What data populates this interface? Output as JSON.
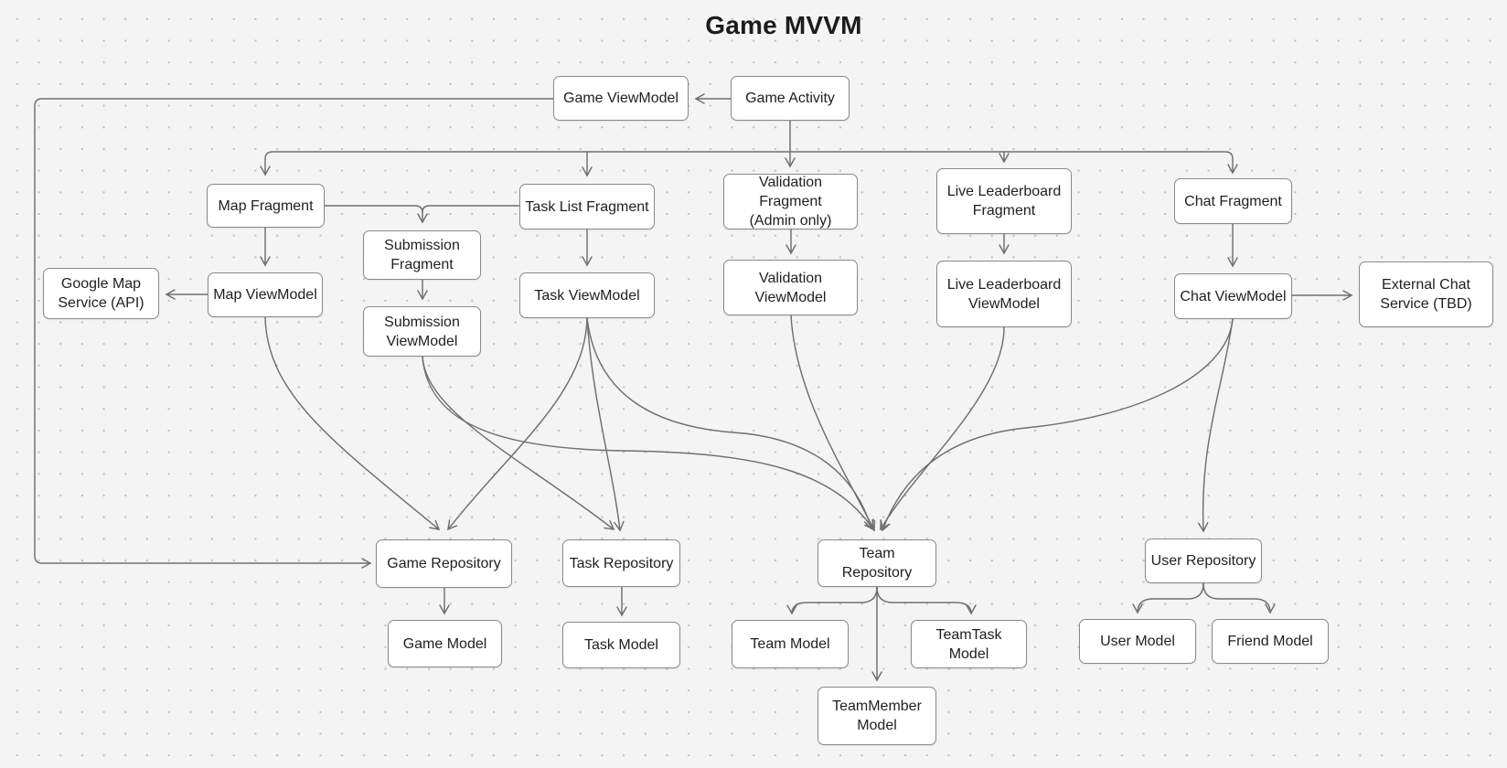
{
  "title": "Game MVVM",
  "colors": {
    "background": "#f4f4f4",
    "grid_dot": "#c2c2c2",
    "connector": "#6f6f6f",
    "box_fill": "#ffffff",
    "box_border": "#898989",
    "text": "#1f1f21"
  },
  "diagram": {
    "nodes": [
      {
        "id": "game-viewmodel",
        "label": "Game ViewModel"
      },
      {
        "id": "game-activity",
        "label": "Game Activity"
      },
      {
        "id": "map-fragment",
        "label": "Map Fragment"
      },
      {
        "id": "task-list-fragment",
        "label": "Task List Fragment"
      },
      {
        "id": "validation-fragment",
        "label": "Validation Fragment\n(Admin only)"
      },
      {
        "id": "live-leaderboard-fragment",
        "label": "Live Leaderboard\nFragment"
      },
      {
        "id": "chat-fragment",
        "label": "Chat Fragment"
      },
      {
        "id": "google-map-service",
        "label": "Google Map\nService (API)"
      },
      {
        "id": "map-viewmodel",
        "label": "Map ViewModel"
      },
      {
        "id": "submission-fragment",
        "label": "Submission\nFragment"
      },
      {
        "id": "submission-viewmodel",
        "label": "Submission\nViewModel"
      },
      {
        "id": "task-viewmodel",
        "label": "Task ViewModel"
      },
      {
        "id": "validation-viewmodel",
        "label": "Validation\nViewModel"
      },
      {
        "id": "live-leaderboard-viewmodel",
        "label": "Live Leaderboard\nViewModel"
      },
      {
        "id": "chat-viewmodel",
        "label": "Chat ViewModel"
      },
      {
        "id": "external-chat-service",
        "label": "External Chat\nService (TBD)"
      },
      {
        "id": "game-repository",
        "label": "Game Repository"
      },
      {
        "id": "task-repository",
        "label": "Task Repository"
      },
      {
        "id": "team-repository",
        "label": "Team Repository"
      },
      {
        "id": "user-repository",
        "label": "User Repository"
      },
      {
        "id": "game-model",
        "label": "Game Model"
      },
      {
        "id": "task-model",
        "label": "Task Model"
      },
      {
        "id": "team-model",
        "label": "Team Model"
      },
      {
        "id": "teamtask-model",
        "label": "TeamTask Model"
      },
      {
        "id": "user-model",
        "label": "User Model"
      },
      {
        "id": "friend-model",
        "label": "Friend Model"
      },
      {
        "id": "teammember-model",
        "label": "TeamMember\nModel"
      }
    ],
    "edges": [
      {
        "from": "game-activity",
        "to": "game-viewmodel"
      },
      {
        "from": "game-viewmodel",
        "to": "game-repository"
      },
      {
        "from": "game-activity",
        "to": "map-fragment"
      },
      {
        "from": "game-activity",
        "to": "task-list-fragment"
      },
      {
        "from": "game-activity",
        "to": "validation-fragment"
      },
      {
        "from": "game-activity",
        "to": "live-leaderboard-fragment"
      },
      {
        "from": "game-activity",
        "to": "chat-fragment"
      },
      {
        "from": "map-fragment",
        "to": "map-viewmodel"
      },
      {
        "from": "map-fragment",
        "to": "submission-fragment"
      },
      {
        "from": "task-list-fragment",
        "to": "submission-fragment"
      },
      {
        "from": "task-list-fragment",
        "to": "task-viewmodel"
      },
      {
        "from": "submission-fragment",
        "to": "submission-viewmodel"
      },
      {
        "from": "validation-fragment",
        "to": "validation-viewmodel"
      },
      {
        "from": "live-leaderboard-fragment",
        "to": "live-leaderboard-viewmodel"
      },
      {
        "from": "chat-fragment",
        "to": "chat-viewmodel"
      },
      {
        "from": "map-viewmodel",
        "to": "google-map-service"
      },
      {
        "from": "chat-viewmodel",
        "to": "external-chat-service"
      },
      {
        "from": "map-viewmodel",
        "to": "game-repository"
      },
      {
        "from": "task-viewmodel",
        "to": "game-repository"
      },
      {
        "from": "task-viewmodel",
        "to": "task-repository"
      },
      {
        "from": "task-viewmodel",
        "to": "team-repository"
      },
      {
        "from": "submission-viewmodel",
        "to": "task-repository"
      },
      {
        "from": "submission-viewmodel",
        "to": "team-repository"
      },
      {
        "from": "validation-viewmodel",
        "to": "team-repository"
      },
      {
        "from": "live-leaderboard-viewmodel",
        "to": "team-repository"
      },
      {
        "from": "chat-viewmodel",
        "to": "team-repository"
      },
      {
        "from": "chat-viewmodel",
        "to": "user-repository"
      },
      {
        "from": "game-repository",
        "to": "game-model"
      },
      {
        "from": "task-repository",
        "to": "task-model"
      },
      {
        "from": "team-repository",
        "to": "team-model"
      },
      {
        "from": "team-repository",
        "to": "teamtask-model"
      },
      {
        "from": "team-repository",
        "to": "teammember-model"
      },
      {
        "from": "user-repository",
        "to": "user-model"
      },
      {
        "from": "user-repository",
        "to": "friend-model"
      }
    ]
  }
}
